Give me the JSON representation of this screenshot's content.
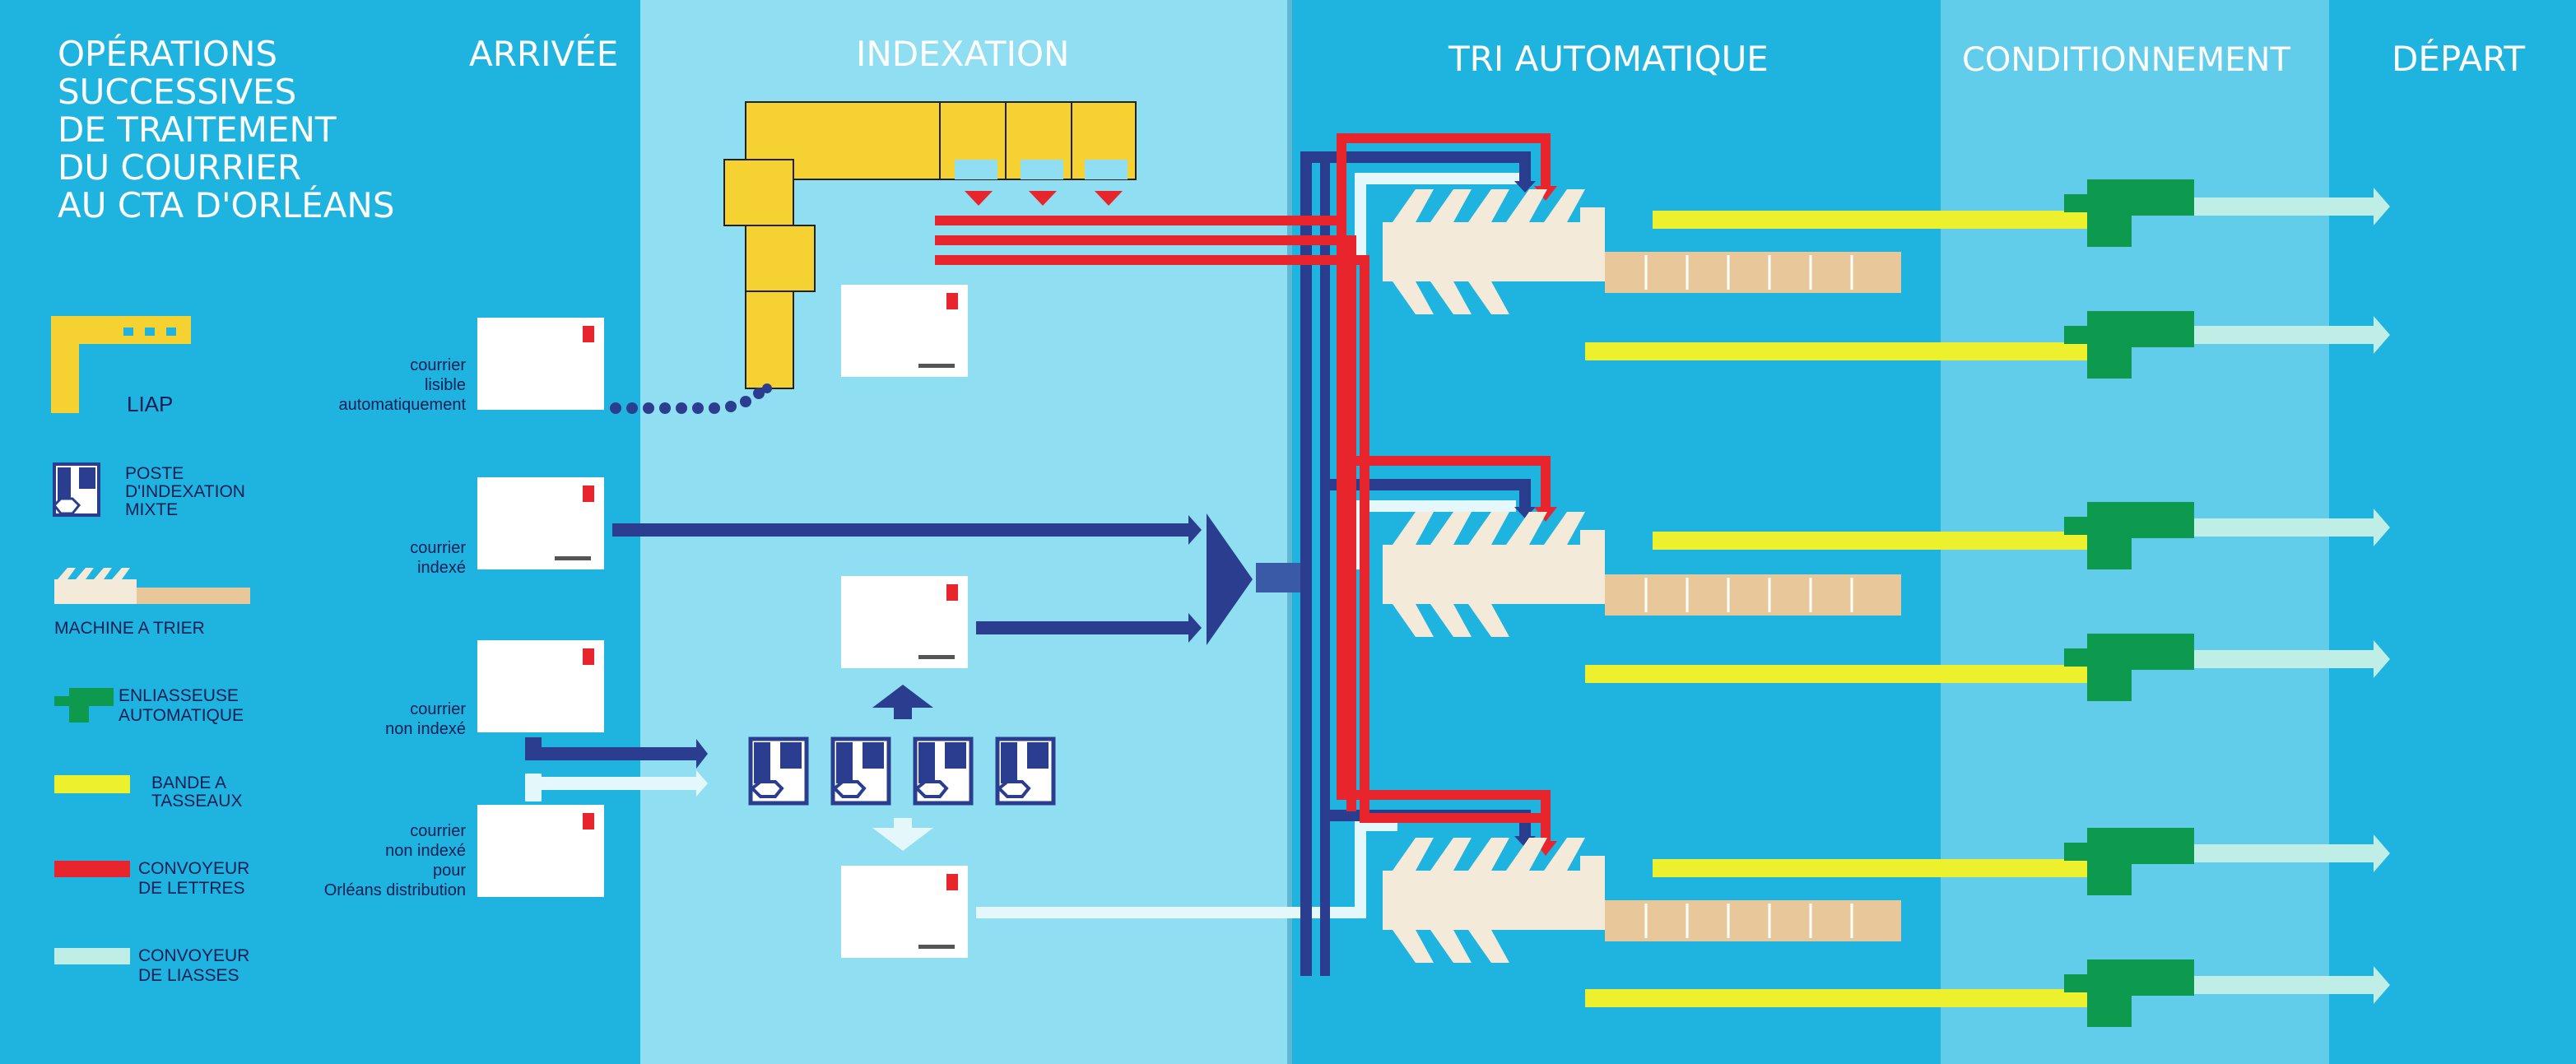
{
  "title_lines": [
    "OPÉRATIONS",
    "SUCCESSIVES",
    "DE TRAITEMENT",
    "DU COURRIER",
    "AU CTA D'ORLÉANS"
  ],
  "columns": {
    "arrivee": "ARRIVÉE",
    "indexation": "INDEXATION",
    "tri": "TRI AUTOMATIQUE",
    "conditionnement": "CONDITIONNEMENT",
    "depart": "DÉPART"
  },
  "legend": [
    {
      "key": "liap",
      "lines": [
        "LIAP"
      ]
    },
    {
      "key": "poste",
      "lines": [
        "POSTE",
        "D'INDEXATION",
        "MIXTE"
      ]
    },
    {
      "key": "machine",
      "lines": [
        "MACHINE A TRIER"
      ]
    },
    {
      "key": "enliasseuse",
      "lines": [
        "ENLIASSEUSE",
        "AUTOMATIQUE"
      ]
    },
    {
      "key": "bande",
      "lines": [
        "BANDE A",
        "TASSEAUX"
      ]
    },
    {
      "key": "conv_lettres",
      "lines": [
        "CONVOYEUR",
        "DE LETTRES"
      ]
    },
    {
      "key": "conv_liasses",
      "lines": [
        "CONVOYEUR",
        "DE LIASSES"
      ]
    }
  ],
  "mail_types": [
    {
      "key": "lisible",
      "lines": [
        "courrier",
        "lisible",
        "automatiquement"
      ]
    },
    {
      "key": "indexe",
      "lines": [
        "courrier",
        "indexé"
      ]
    },
    {
      "key": "non_indexe",
      "lines": [
        "courrier",
        "non indexé"
      ]
    },
    {
      "key": "orleans",
      "lines": [
        "courrier",
        "non indexé",
        "pour",
        "Orléans distribution"
      ]
    }
  ],
  "colors": {
    "background": "#1fb3e0",
    "band_light": "#8fdef2",
    "band_cond": "#62cdea",
    "liap": "#f5d131",
    "navy": "#2a3d8f",
    "red": "#e8252d",
    "yellow": "#ecf02d",
    "green": "#0e9a4e",
    "machine_teeth": "#f4ead9",
    "machine_tray": "#e8c89a",
    "liasse": "#bfeee6",
    "stamp": "#e8252d"
  },
  "icons": [
    "envelope-icon",
    "liap-icon",
    "poste-indexation-icon",
    "machine-a-trier-icon",
    "enliasseuse-icon",
    "arrow-icon"
  ]
}
